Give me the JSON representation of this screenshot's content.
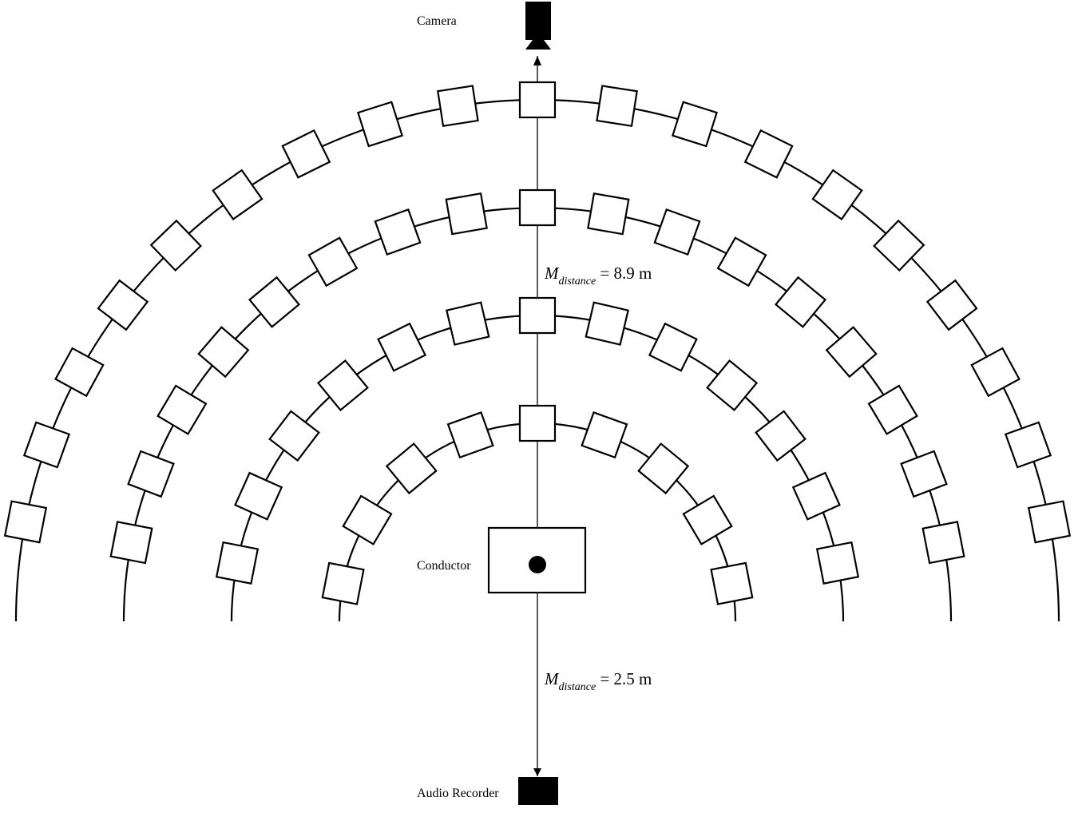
{
  "labels": {
    "camera": "Camera",
    "conductor": "Conductor",
    "audio_recorder": "Audio Recorder"
  },
  "measurements": {
    "top": {
      "symbol": "M",
      "subscript": "distance",
      "value": " = 8.9 m"
    },
    "bottom": {
      "symbol": "M",
      "subscript": "distance",
      "value": " = 2.5 m"
    }
  },
  "seating": {
    "rows": [
      {
        "name": "row-1",
        "seats": 9
      },
      {
        "name": "row-2",
        "seats": 13
      },
      {
        "name": "row-3",
        "seats": 17
      },
      {
        "name": "row-4",
        "seats": 19
      }
    ]
  },
  "colors": {
    "stroke": "#000000",
    "background": "#ffffff"
  }
}
